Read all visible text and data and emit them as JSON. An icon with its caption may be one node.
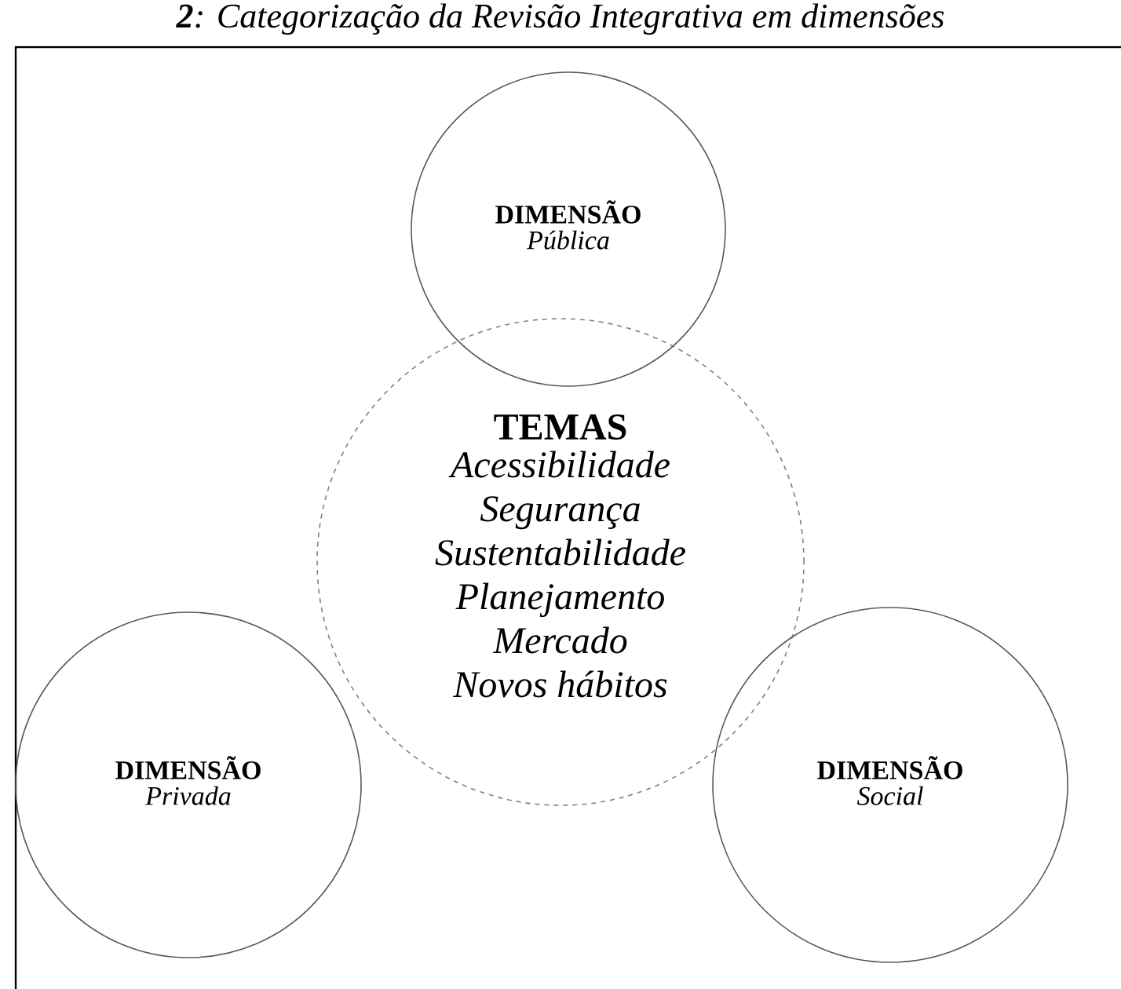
{
  "diagram": {
    "title": "**2**: Categorização da Revisão Integrativa em dimensões",
    "nodes": [
      {
        "text": [
          "DIMENSÃO",
          "Pública"
        ]
      },
      {
        "text": [
          "TEMAS",
          "Acessibilidade",
          "Segurança",
          "Sustentabilidade",
          "Planejamento",
          "Mercado",
          "Novos hábitos"
        ]
      },
      {
        "text": [
          "DIMENSÃO",
          "Privada"
        ]
      },
      {
        "text": [
          "DIMENSÃO",
          "Social"
        ]
      }
    ]
  }
}
